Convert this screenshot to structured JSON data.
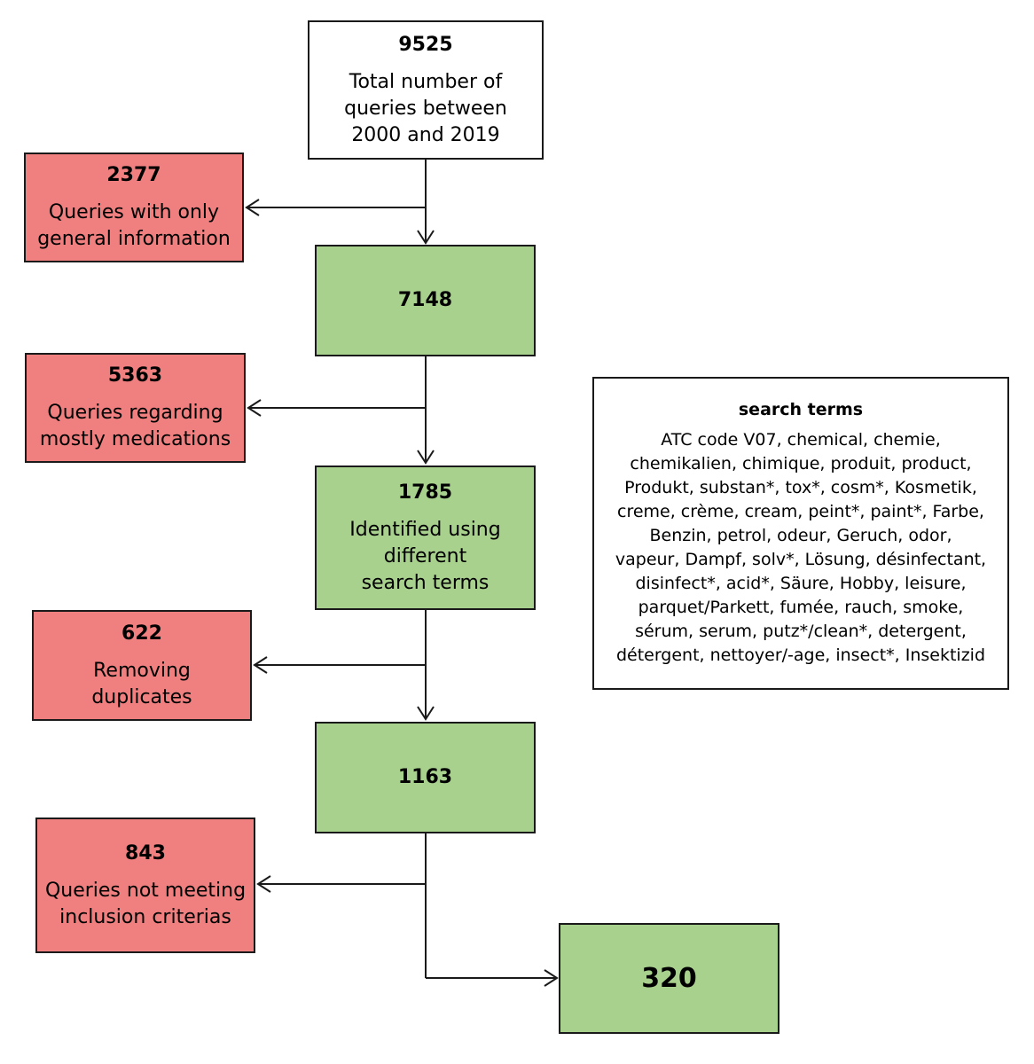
{
  "boxes": {
    "total": {
      "number": "9525",
      "text": "Total number of\nqueries between\n2000 and 2019"
    },
    "excl_general": {
      "number": "2377",
      "text": "Queries with only\ngeneral information"
    },
    "step_7148": {
      "number": "7148"
    },
    "excl_medications": {
      "number": "5363",
      "text": "Queries regarding\nmostly medications"
    },
    "step_1785": {
      "number": "1785",
      "text": "Identified using\ndifferent\nsearch terms"
    },
    "excl_duplicates": {
      "number": "622",
      "text": "Removing\nduplicates"
    },
    "step_1163": {
      "number": "1163"
    },
    "excl_criteria": {
      "number": "843",
      "text": "Queries not meeting\ninclusion criterias"
    },
    "final": {
      "number": "320"
    }
  },
  "search_terms": {
    "title": "search terms",
    "text": "ATC code V07, chemical, chemie,\nchemikalien, chimique, produit, product,\nProdukt, substan*, tox*, cosm*, Kosmetik,\ncreme, crème, cream, peint*, paint*, Farbe,\nBenzin, petrol, odeur, Geruch, odor,\nvapeur, Dampf, solv*, Lösung, désinfectant,\ndisinfect*, acid*, Säure, Hobby, leisure,\nparquet/Parkett, fumée, rauch, smoke,\nsérum, serum, putz*/clean*, detergent,\ndétergent, nettoyer/-age, insect*, Insektizid"
  },
  "colors": {
    "included": "#a9d18e",
    "excluded": "#f08080",
    "neutral": "#ffffff",
    "line": "#1a1a1a"
  }
}
